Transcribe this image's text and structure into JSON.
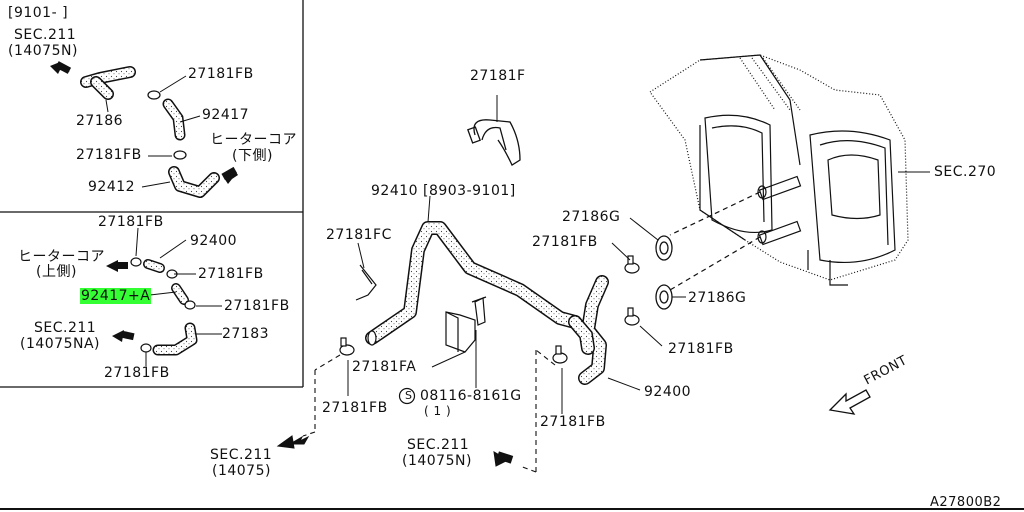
{
  "inset_top": {
    "date_range": "[9101-      ]",
    "sec_211": "SEC.211",
    "sec_211_ref": "(14075N)",
    "p27181fb_a": "27181FB",
    "p27186": "27186",
    "p92417": "92417",
    "p27181fb_b": "27181FB",
    "heater_core": "ヒーターコア",
    "lower_side": "(下側)",
    "p92412": "92412"
  },
  "inset_bottom": {
    "p27181fb_a": "27181FB",
    "p92400": "92400",
    "heater_core": "ヒーターコア",
    "upper_side": "(上側)",
    "p27181fb_b": "27181FB",
    "p92417a": "92417+A",
    "p27181fb_c": "27181FB",
    "sec_211": "SEC.211",
    "sec_211_ref": "(14075NA)",
    "p27183": "27183",
    "p27181fb_d": "27181FB"
  },
  "main": {
    "p27181f": "27181F",
    "p92410": "92410 [8903-9101]",
    "p27181fc": "27181FC",
    "p27186g_a": "27186G",
    "p27181fb_a": "27181FB",
    "sec_270": "SEC.270",
    "p27186g_b": "27186G",
    "p27181fb_b": "27181FB",
    "p27181fa": "27181FA",
    "bolt_code": "08116-8161G",
    "bolt_qty": "( 1 )",
    "bolt_symbol": "S",
    "p92400": "92400",
    "p27181fb_c": "27181FB",
    "p27181fb_d": "27181FB",
    "sec_211_a": "SEC.211",
    "sec_211_a_ref": "(14075)",
    "sec_211_b": "SEC.211",
    "sec_211_b_ref": "(14075N)",
    "front": "FRONT",
    "diagram_code": "A27800B2"
  },
  "colors": {
    "line": "#111111",
    "highlight": "#33ff33",
    "background": "#ffffff"
  }
}
